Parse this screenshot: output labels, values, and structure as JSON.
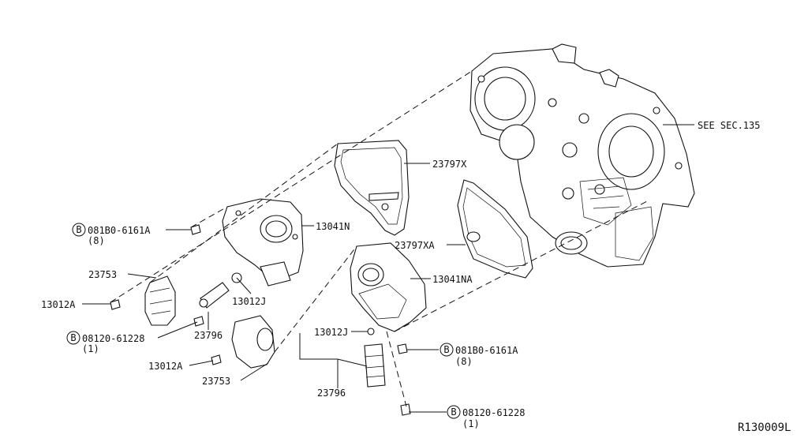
{
  "labels": {
    "see_sec": "SEE SEC.135",
    "gasket_x": "23797X",
    "gasket_xa": "23797XA",
    "cover_n": "13041N",
    "cover_na": "13041NA",
    "bolt_top_left": "081B0-6161A",
    "bolt_top_left_qty": "(8)",
    "bolt_mid_right": "081B0-6161A",
    "bolt_mid_right_qty": "(8)",
    "sensor_upper": "23753",
    "sensor_lower": "23753",
    "bolt_a_upper": "13012A",
    "bolt_a_lower": "13012A",
    "oring_upper": "13012J",
    "oring_lower": "13012J",
    "valve_upper": "23796",
    "valve_lower": "23796",
    "bolt_small_left": "08120-61228",
    "bolt_small_left_qty": "(1)",
    "bolt_small_bottom": "08120-61228",
    "bolt_small_bottom_qty": "(1)",
    "b_marker": "B",
    "drawing_no": "R130009L"
  }
}
